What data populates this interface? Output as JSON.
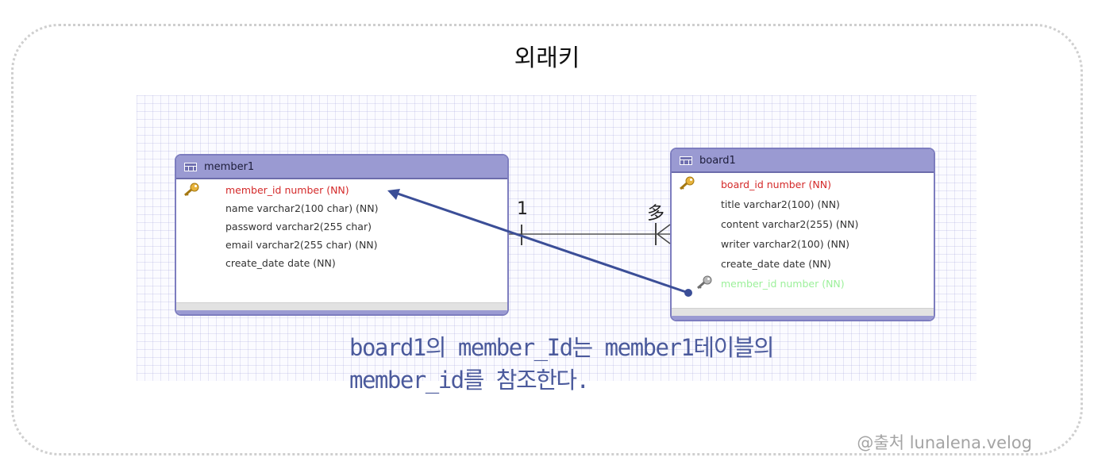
{
  "title": "외래키",
  "diagram": {
    "tables": [
      {
        "name": "member1",
        "columns": [
          {
            "text": "member_id number (NN)",
            "kind": "pk"
          },
          {
            "text": "name varchar2(100 char) (NN)",
            "kind": "normal"
          },
          {
            "text": "password varchar2(255 char)",
            "kind": "normal"
          },
          {
            "text": "email varchar2(255 char) (NN)",
            "kind": "normal"
          },
          {
            "text": "create_date date (NN)",
            "kind": "normal"
          }
        ]
      },
      {
        "name": "board1",
        "columns": [
          {
            "text": "board_id number (NN)",
            "kind": "pk"
          },
          {
            "text": "title varchar2(100) (NN)",
            "kind": "normal"
          },
          {
            "text": "content varchar2(255) (NN)",
            "kind": "normal"
          },
          {
            "text": "writer varchar2(100) (NN)",
            "kind": "normal"
          },
          {
            "text": "create_date date (NN)",
            "kind": "normal"
          },
          {
            "text": "member_id number (NN)",
            "kind": "fk"
          }
        ]
      }
    ],
    "relationship": {
      "one_label": "1",
      "many_label": "多"
    }
  },
  "caption": {
    "line1": "board1의 member_Id는 member1테이블의",
    "line2": "member_id를 참조한다."
  },
  "credit": "@출처 lunalena.velog",
  "colors": {
    "header": "#9a9ad2",
    "border": "#7d7dbf",
    "pk": "#d42a2a",
    "fk": "#9cf09a",
    "arrow": "#3b4e97",
    "caption": "#4b5a9c",
    "grid_bg": "#fbfbff"
  },
  "icons": [
    "table-icon",
    "primary-key-icon",
    "foreign-key-icon"
  ]
}
